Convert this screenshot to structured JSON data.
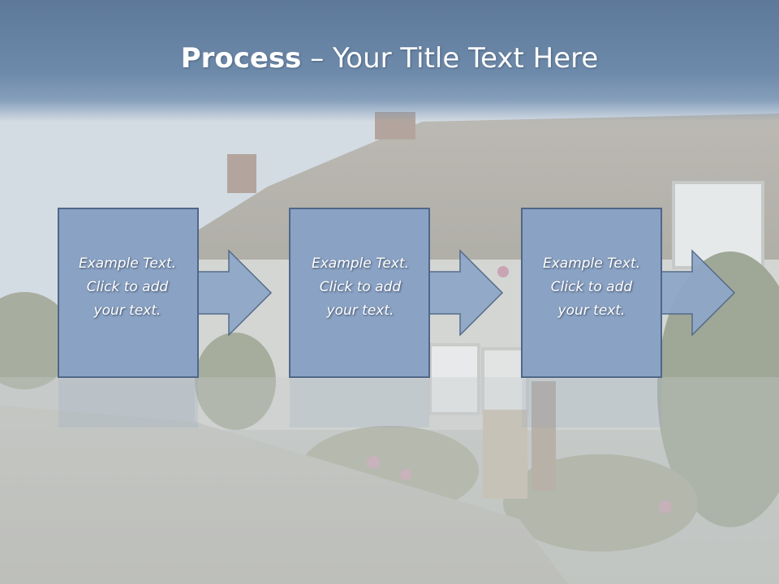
{
  "slide": {
    "title_bold": "Process",
    "title_rest": " – Your Title Text Here"
  },
  "process": {
    "steps": [
      {
        "lines": [
          "Example Text.",
          "Click  to add",
          "your text."
        ]
      },
      {
        "lines": [
          "Example Text.",
          "Click  to add",
          "your text."
        ]
      },
      {
        "lines": [
          "Example Text.",
          "Click  to add",
          "your text."
        ]
      }
    ]
  },
  "colors": {
    "title_band": "#6a86a6",
    "step_box": "#8aa2c3",
    "step_border": "#4f6788",
    "arrow_fill": "#8fa8c8",
    "text": "#ffffff"
  }
}
